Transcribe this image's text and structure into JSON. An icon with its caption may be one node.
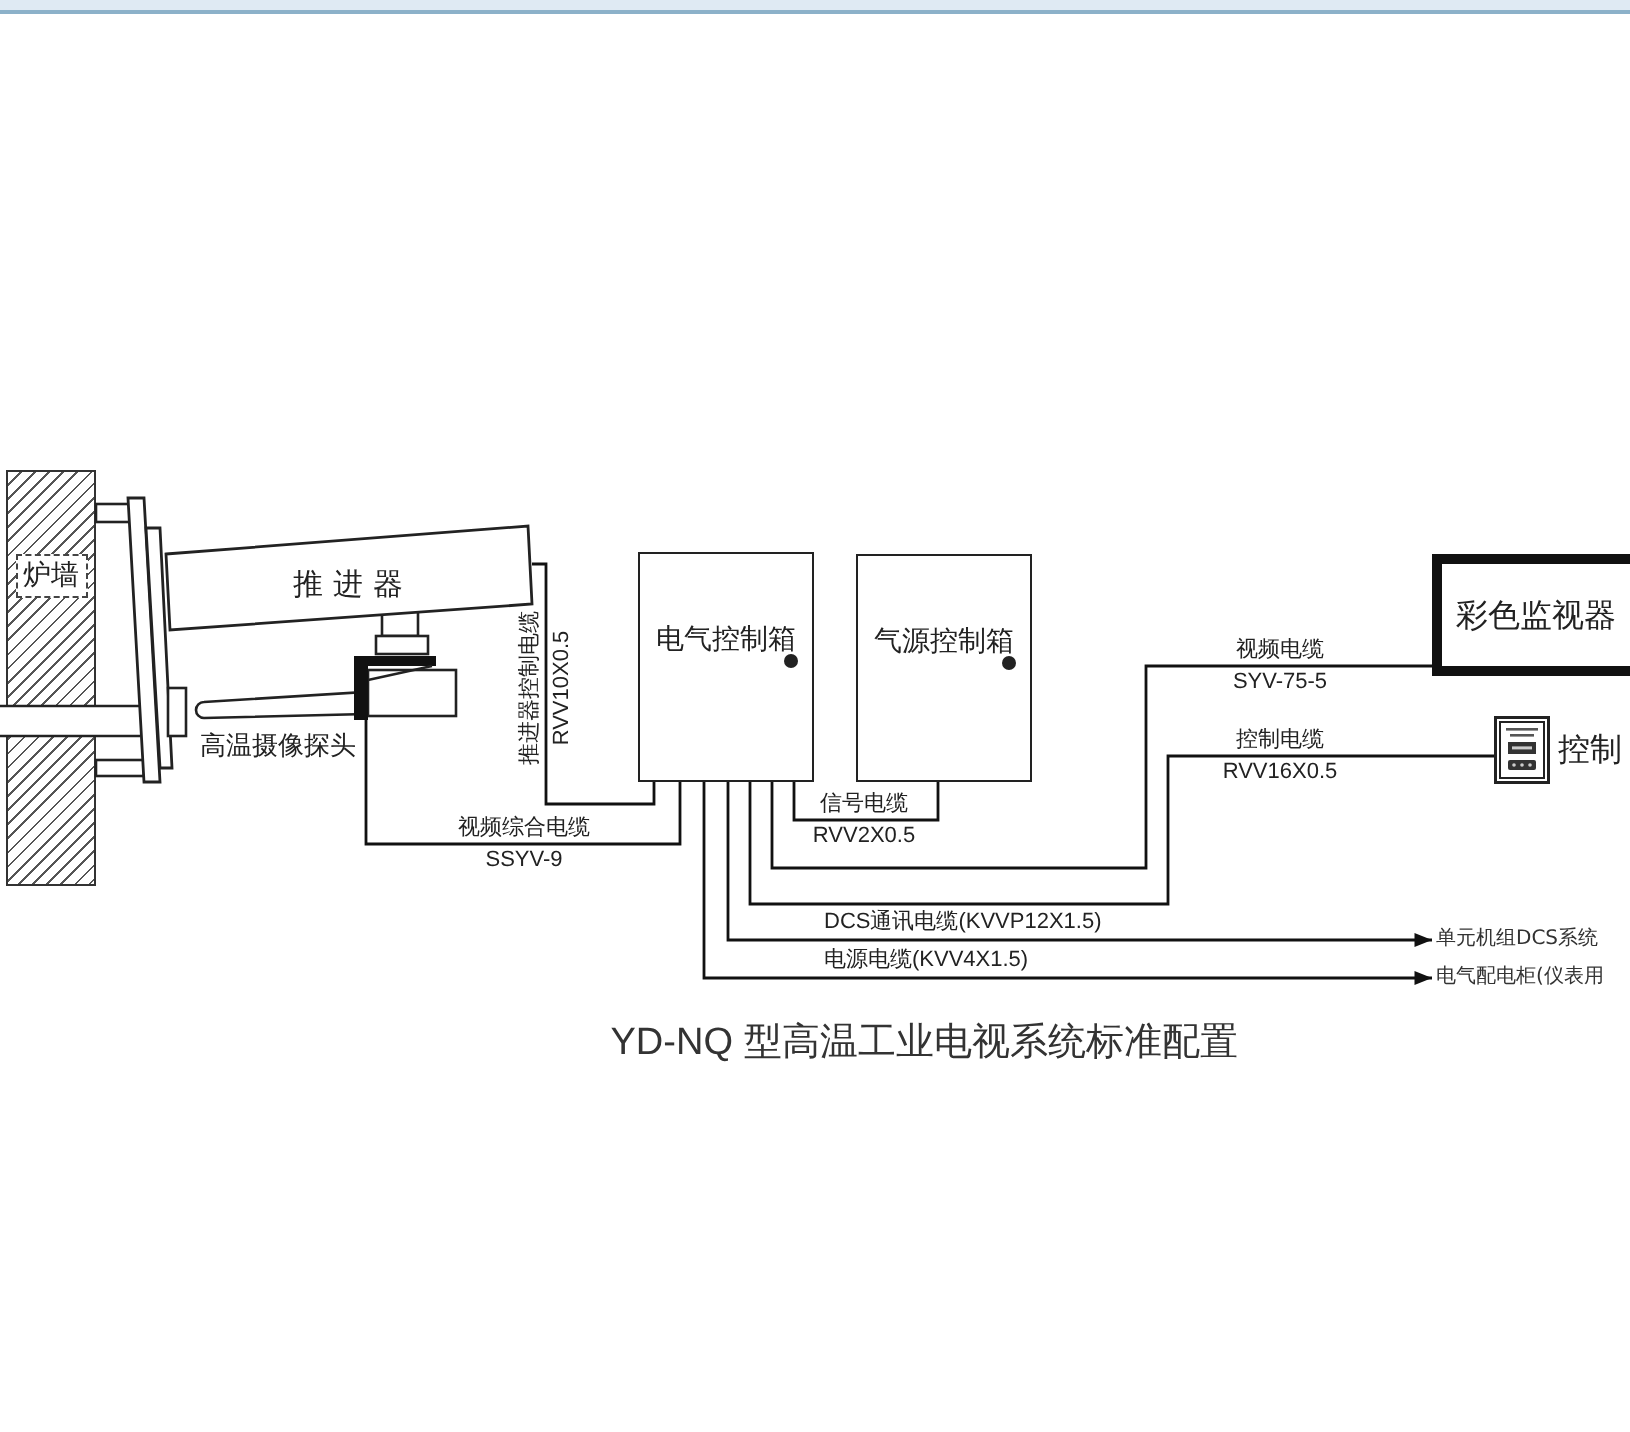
{
  "diagram": {
    "title": "YD-NQ 型高温工业电视系统标准配置",
    "nodes": [
      {
        "text": [
          "炉墙"
        ]
      },
      {
        "text": [
          "推进器"
        ]
      },
      {
        "text": [],
        "shape": "picture",
        "beside": [
          "高温摄像探头"
        ]
      },
      {
        "text": [
          "电气控制箱"
        ]
      },
      {
        "text": [
          "气源控制箱"
        ]
      },
      {
        "text": [
          "彩色监视器"
        ]
      },
      {
        "text": [],
        "shape": "picture",
        "beside": [
          "控制"
        ]
      },
      {
        "text": [
          "单元机组DCS系统"
        ]
      },
      {
        "text": [
          "电气配电柜(仪表用"
        ]
      }
    ],
    "edges": [
      {
        "from": 1,
        "to": 3,
        "arrow": "none",
        "label": "推进器控制电缆 RVV10X0.5"
      },
      {
        "from": 2,
        "to": 3,
        "arrow": "none",
        "label": "视频综合电缆 SSYV-9"
      },
      {
        "from": 3,
        "to": 4,
        "arrow": "none",
        "label": "信号电缆 RVV2X0.5"
      },
      {
        "from": 3,
        "to": 5,
        "arrow": "none",
        "label": "视频电缆 SYV-75-5"
      },
      {
        "from": 3,
        "to": 6,
        "arrow": "none",
        "label": "控制电缆 RVV16X0.5"
      },
      {
        "from": 3,
        "to": 7,
        "arrow": "to",
        "label": "DCS通讯电缆(KVVP12X1.5)"
      },
      {
        "from": 3,
        "to": 8,
        "arrow": "to",
        "label": "电源电缆(KVV4X1.5)"
      }
    ]
  }
}
